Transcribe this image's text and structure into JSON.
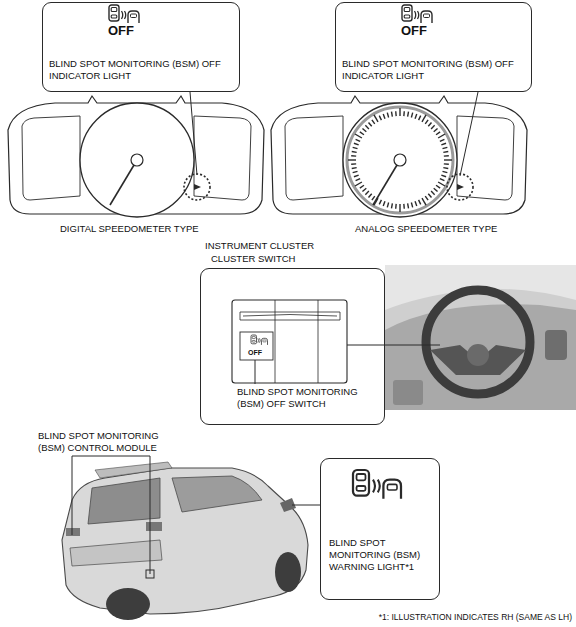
{
  "diagram": {
    "nodes": [
      {
        "text": [
          "BLIND SPOT MONITORING (BSM) OFF INDICATOR LIGHT"
        ]
      },
      {
        "text": [
          "BLIND SPOT MONITORING (BSM) OFF INDICATOR LIGHT"
        ]
      },
      {
        "text": [
          "INSTRUMENT CLUSTER",
          "CLUSTER SWITCH",
          "BLIND SPOT MONITORING (BSM) OFF SWITCH"
        ]
      },
      {
        "text": [
          "BLIND SPOT MONITORING (BSM) WARNING LIGHT*1"
        ]
      }
    ],
    "labels": [
      "OFF",
      "OFF",
      "DIGITAL SPEEDOMETER TYPE",
      "ANALOG SPEEDOMETER TYPE",
      "OFF",
      "BLIND SPOT MONITORING (BSM) CONTROL MODULE",
      "*1: ILLUSTRATION INDICATES RH (SAME AS LH)"
    ]
  }
}
